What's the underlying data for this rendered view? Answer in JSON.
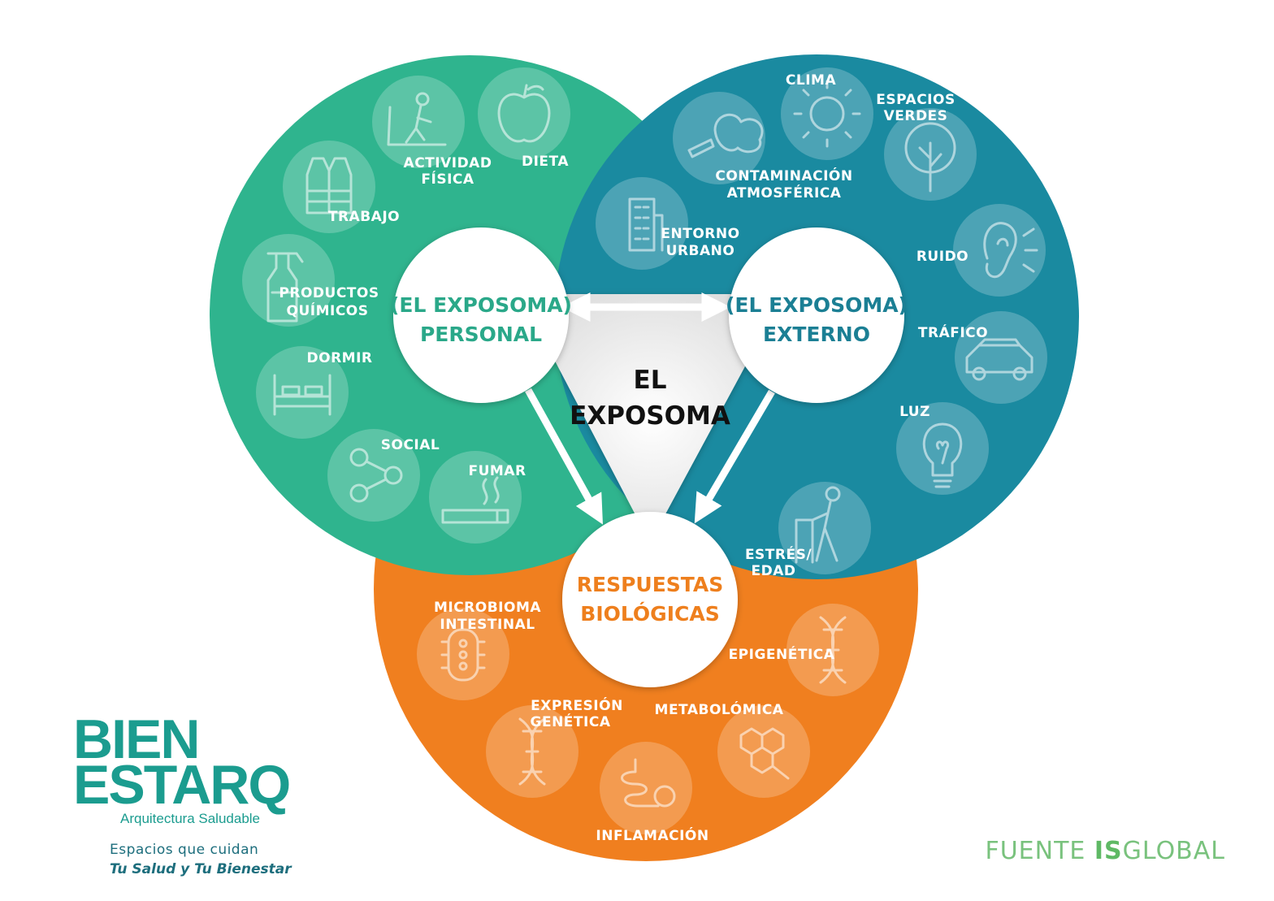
{
  "colors": {
    "personal": "#2fb48e",
    "external": "#1a8aa0",
    "biological": "#f07f1f",
    "hub_personal_text": "#2aa889",
    "hub_external_text": "#1b7f94",
    "hub_bio_text": "#ee7f1d",
    "brand": "#1b9c8f",
    "source": "#79c27d"
  },
  "center": {
    "line1": "EL",
    "line2": "EXPOSOMA"
  },
  "hubs": {
    "personal": {
      "line1": "(EL EXPOSOMA)",
      "line2": "PERSONAL"
    },
    "external": {
      "line1": "(EL EXPOSOMA)",
      "line2": "EXTERNO"
    },
    "biological": {
      "line1": "RESPUESTAS",
      "line2": "BIOLÓGICAS"
    }
  },
  "personal_factors": [
    {
      "icon": "treadmill-icon",
      "line1": "ACTIVIDAD",
      "line2": "FÍSICA"
    },
    {
      "icon": "apple-icon",
      "line1": "DIETA",
      "line2": ""
    },
    {
      "icon": "safety-vest-icon",
      "line1": "TRABAJO",
      "line2": ""
    },
    {
      "icon": "spray-bottle-icon",
      "line1": "PRODUCTOS",
      "line2": "QUÍMICOS"
    },
    {
      "icon": "bed-icon",
      "line1": "DORMIR",
      "line2": ""
    },
    {
      "icon": "social-network-icon",
      "line1": "SOCIAL",
      "line2": ""
    },
    {
      "icon": "cigarette-icon",
      "line1": "FUMAR",
      "line2": ""
    }
  ],
  "external_factors": [
    {
      "icon": "sun-icon",
      "line1": "CLIMA",
      "line2": ""
    },
    {
      "icon": "tree-icon",
      "line1": "ESPACIOS",
      "line2": "VERDES"
    },
    {
      "icon": "smoke-icon",
      "line1": "CONTAMINACIÓN",
      "line2": "ATMOSFÉRICA"
    },
    {
      "icon": "building-icon",
      "line1": "ENTORNO",
      "line2": "URBANO"
    },
    {
      "icon": "ear-icon",
      "line1": "RUIDO",
      "line2": ""
    },
    {
      "icon": "car-icon",
      "line1": "TRÁFICO",
      "line2": ""
    },
    {
      "icon": "lightbulb-icon",
      "line1": "LUZ",
      "line2": ""
    }
  ],
  "biological_factors": [
    {
      "icon": "elderly-walker-icon",
      "line1": "ESTRÉS/",
      "line2": "EDAD"
    },
    {
      "icon": "bacteria-icon",
      "line1": "MICROBIOMA",
      "line2": "INTESTINAL"
    },
    {
      "icon": "dna-strand-icon",
      "line1": "EPIGENÉTICA",
      "line2": ""
    },
    {
      "icon": "dna-helix-icon",
      "line1": "EXPRESIÓN",
      "line2": "GENÉTICA"
    },
    {
      "icon": "molecule-icon",
      "line1": "METABOLÓMICA",
      "line2": ""
    },
    {
      "icon": "intestine-icon",
      "line1": "INFLAMACIÓN",
      "line2": ""
    }
  ],
  "brand": {
    "line1": "BIEN",
    "line2": "ESTARQ",
    "subtitle": "Arquitectura Saludable",
    "tagline1": "Espacios  que cuidan",
    "tagline2": "Tu Salud y Tu Bienestar"
  },
  "source": {
    "prefix": "FUENTE ",
    "bold": "IS",
    "suffix": "GLOBAL"
  }
}
